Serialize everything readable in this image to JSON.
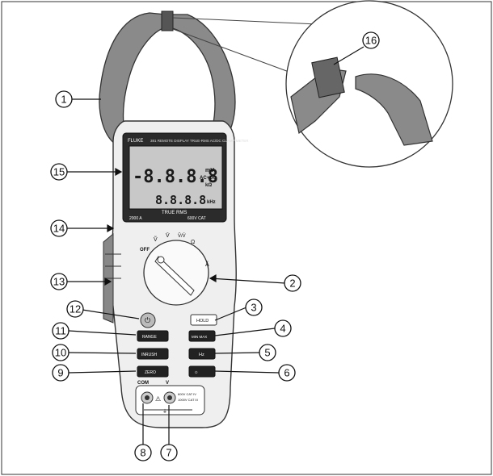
{
  "device": {
    "brand": "FLUKE",
    "model_line": "381 REMOTE DISPLAY TRUE-RMS AC/DC CLAMP METER",
    "true_rms": "TRUE RMS",
    "rating_left": "2000 A",
    "rating_right": "600V CAT",
    "lcd": {
      "main_reading": "-8.8.8.8",
      "sub_reading": "8.8.8.8",
      "unit_volts": "mV",
      "unit_acdc": "AC+DC",
      "unit_ohm": "kΩ",
      "unit_hz": "kHz"
    },
    "dial": {
      "off_label": "OFF",
      "pos1": "Ṽ",
      "pos2": "V̄",
      "pos3": "Ṽ/V̄",
      "pos4": "Ω",
      "pos5": "Ã"
    },
    "buttons": {
      "hold": "HOLD",
      "min_max": "MIN MAX",
      "range": "RANGE",
      "hz": "Hz",
      "inrush": "INRUSH",
      "zero": "ZERO"
    },
    "jacks": {
      "com": "COM",
      "v": "V",
      "cat_rating_1": "600V CAT IV",
      "cat_rating_2": "1000V CAT III"
    }
  },
  "callouts": [
    "1",
    "2",
    "3",
    "4",
    "5",
    "6",
    "7",
    "8",
    "9",
    "10",
    "11",
    "12",
    "13",
    "14",
    "15",
    "16"
  ]
}
